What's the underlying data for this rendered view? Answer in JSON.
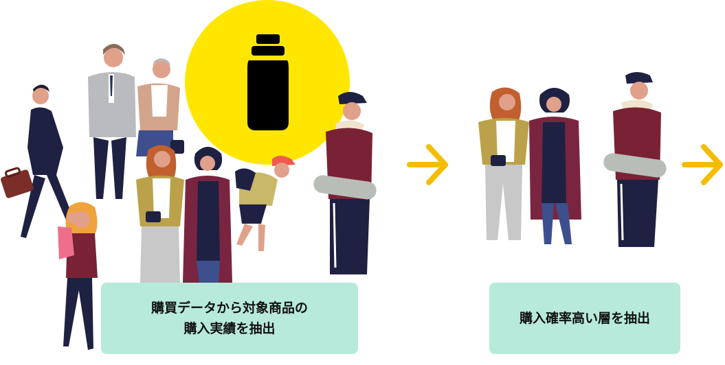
{
  "colors": {
    "highlight": "#ffe600",
    "arrow": "#f4bd00",
    "caption_bg": "#b7eadb",
    "bottle": "#000000"
  },
  "icons": {
    "bottle": "bottle-icon",
    "arrow_1": "arrow-right-icon",
    "arrow_2": "arrow-right-icon"
  },
  "captions": {
    "left": {
      "line1": "購買データから対象商品の",
      "line2": "購入実績を抽出"
    },
    "right": {
      "line1": "購入確率高い層を抽出"
    }
  }
}
